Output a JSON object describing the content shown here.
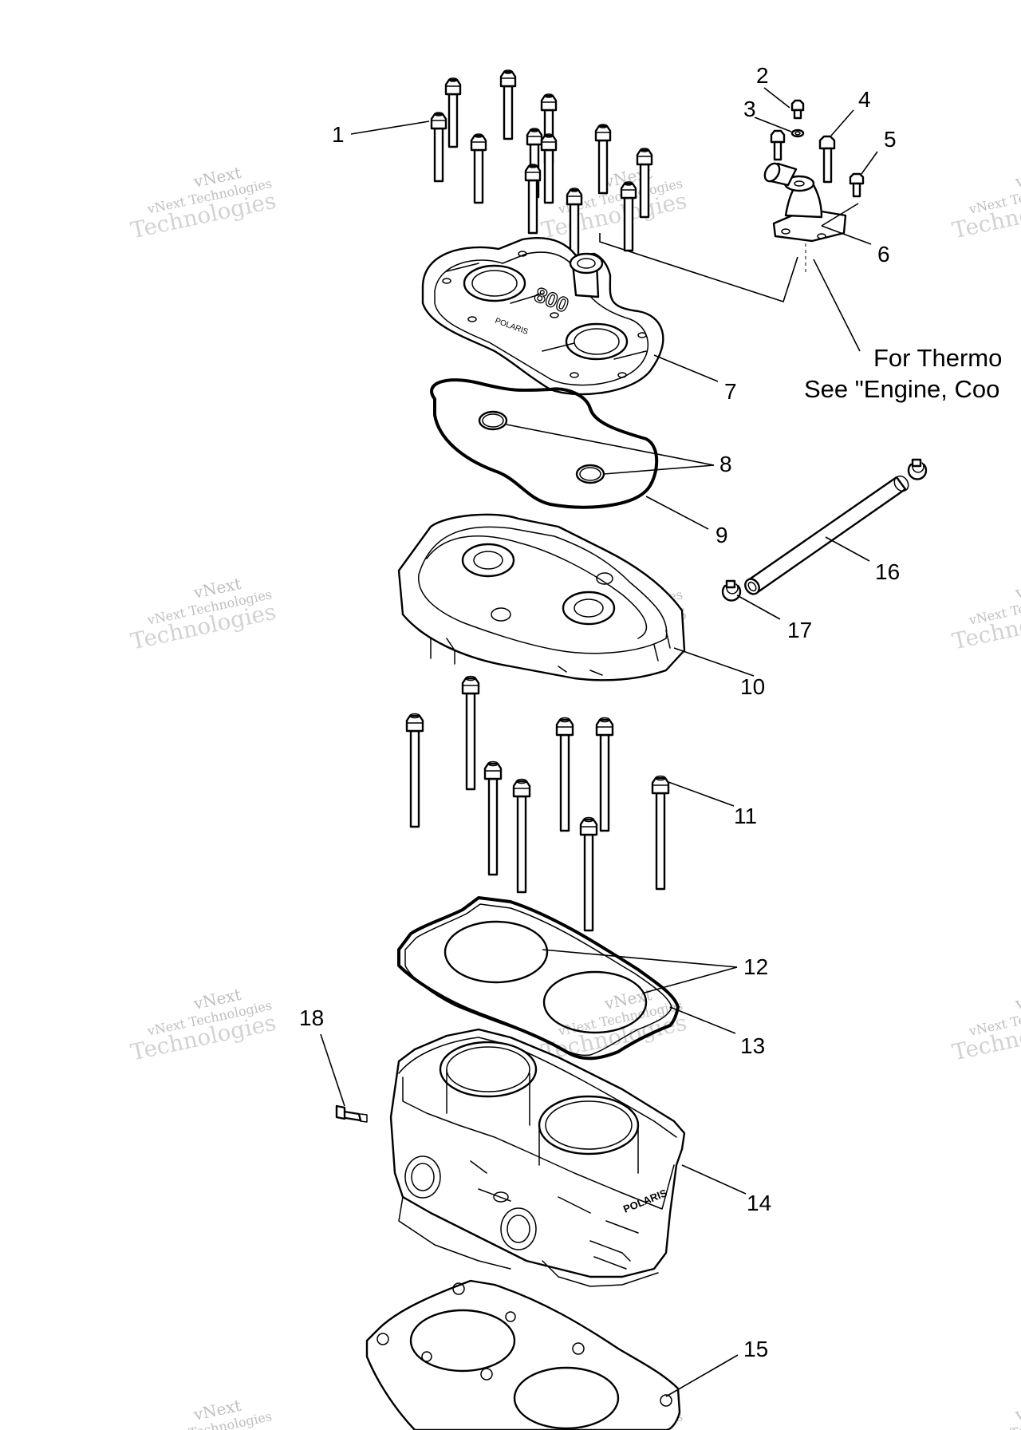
{
  "diagram": {
    "callouts": [
      {
        "id": "1",
        "label": "1"
      },
      {
        "id": "2",
        "label": "2"
      },
      {
        "id": "3",
        "label": "3"
      },
      {
        "id": "4",
        "label": "4"
      },
      {
        "id": "5",
        "label": "5"
      },
      {
        "id": "6",
        "label": "6"
      },
      {
        "id": "7",
        "label": "7"
      },
      {
        "id": "8",
        "label": "8"
      },
      {
        "id": "9",
        "label": "9"
      },
      {
        "id": "10",
        "label": "10"
      },
      {
        "id": "11",
        "label": "11"
      },
      {
        "id": "12",
        "label": "12"
      },
      {
        "id": "13",
        "label": "13"
      },
      {
        "id": "14",
        "label": "14"
      },
      {
        "id": "15",
        "label": "15"
      },
      {
        "id": "16",
        "label": "16"
      },
      {
        "id": "17",
        "label": "17"
      },
      {
        "id": "18",
        "label": "18"
      }
    ],
    "note": {
      "line1": "For Thermo",
      "line2": "See \"Engine, Coo"
    },
    "watermark": {
      "line1": "vNext",
      "line2": "vNext Technologies",
      "line3": "Technologies"
    },
    "cover_markings": {
      "model": "800",
      "brand": "POLARIS"
    }
  }
}
